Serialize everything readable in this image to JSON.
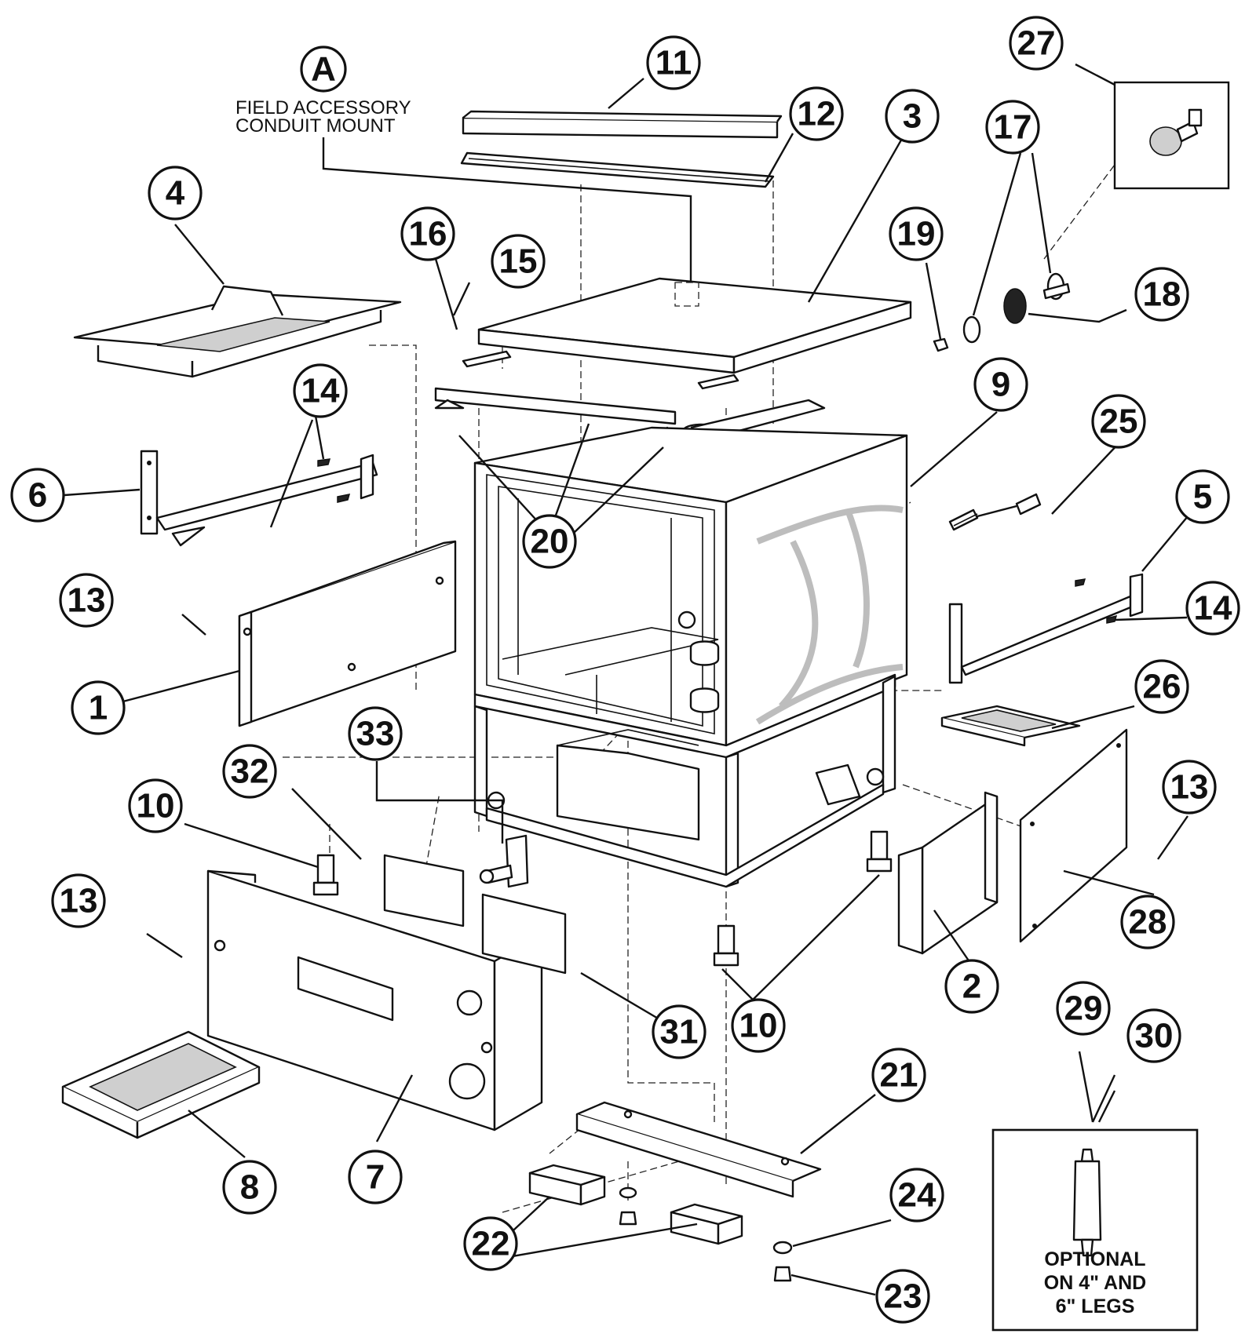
{
  "callouts": [
    {
      "label": "A"
    },
    {
      "label": "11"
    },
    {
      "label": "12"
    },
    {
      "label": "3"
    },
    {
      "label": "27"
    },
    {
      "label": "17"
    },
    {
      "label": "4"
    },
    {
      "label": "16"
    },
    {
      "label": "15"
    },
    {
      "label": "19"
    },
    {
      "label": "18"
    },
    {
      "label": "14"
    },
    {
      "label": "9"
    },
    {
      "label": "25"
    },
    {
      "label": "6"
    },
    {
      "label": "20"
    },
    {
      "label": "5"
    },
    {
      "label": "13"
    },
    {
      "label": "14"
    },
    {
      "label": "1"
    },
    {
      "label": "26"
    },
    {
      "label": "33"
    },
    {
      "label": "32"
    },
    {
      "label": "10"
    },
    {
      "label": "13"
    },
    {
      "label": "13"
    },
    {
      "label": "28"
    },
    {
      "label": "2"
    },
    {
      "label": "31"
    },
    {
      "label": "10"
    },
    {
      "label": "29"
    },
    {
      "label": "30"
    },
    {
      "label": "21"
    },
    {
      "label": "7"
    },
    {
      "label": "8"
    },
    {
      "label": "24"
    },
    {
      "label": "22"
    },
    {
      "label": "23"
    }
  ],
  "notes": {
    "field_accessory_line1": "FIELD ACCESSORY",
    "field_accessory_line2": "CONDUIT MOUNT",
    "optional_line1": "OPTIONAL",
    "optional_line2": "ON 4\" AND",
    "optional_line3": "6\" LEGS"
  }
}
